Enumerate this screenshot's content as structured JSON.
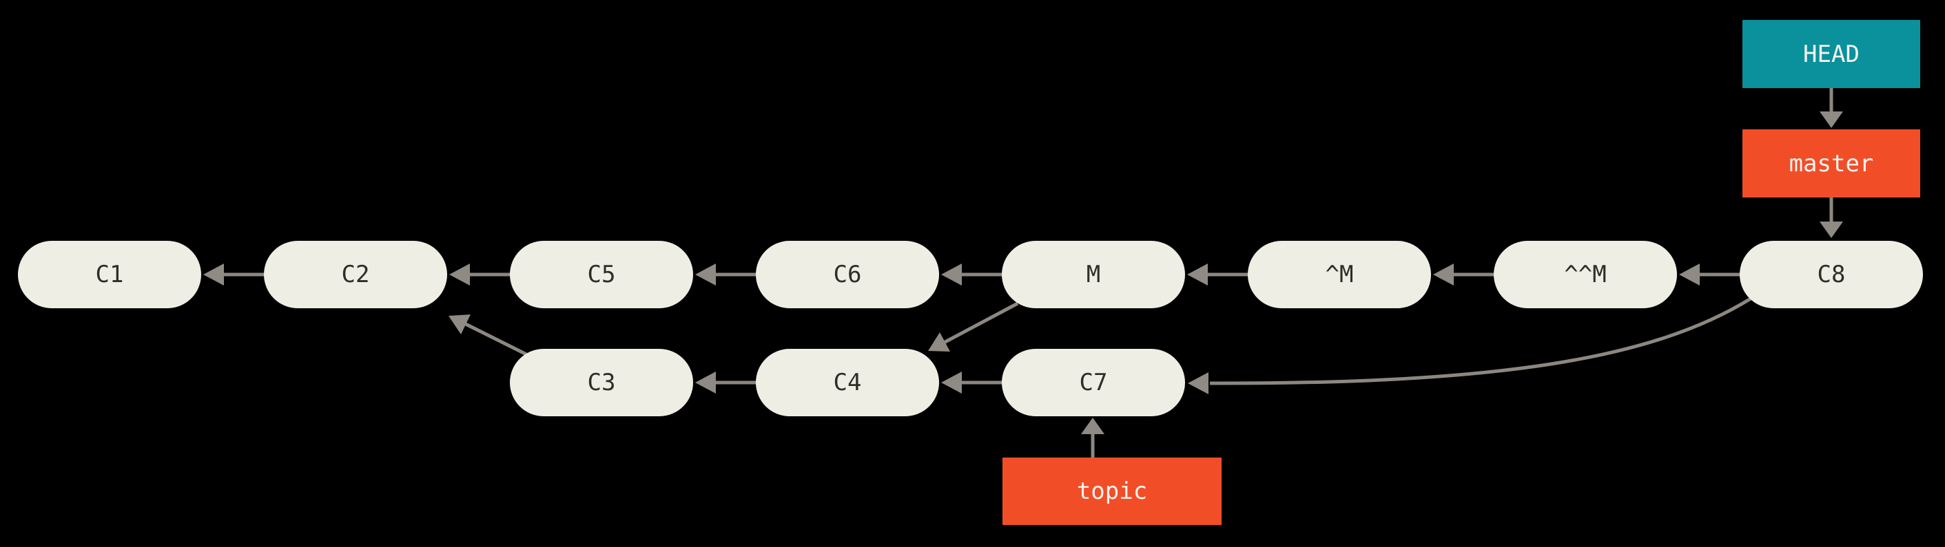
{
  "diagram": {
    "description": "Git commit history graph with a reverted merge re-merged",
    "background_color": "#000000",
    "commit_node_fill": "#eeeee5",
    "commit_text_color": "#2e2e28",
    "edge_color": "#8c8780",
    "commits": {
      "c1": "C1",
      "c2": "C2",
      "c3": "C3",
      "c4": "C4",
      "c5": "C5",
      "c6": "C6",
      "c7": "C7",
      "c8": "C8",
      "m": "M",
      "caret_m": "^M",
      "double_caret_m": "^^M"
    },
    "refs": {
      "head": {
        "label": "HEAD",
        "fill": "#0a919c",
        "text_color": "#f5f3ef"
      },
      "master": {
        "label": "master",
        "fill": "#f14e28",
        "text_color": "#f5f3ef"
      },
      "topic": {
        "label": "topic",
        "fill": "#f14e28",
        "text_color": "#f5f3ef"
      }
    },
    "edges": [
      {
        "from": "C2",
        "to": "C1"
      },
      {
        "from": "C3",
        "to": "C2"
      },
      {
        "from": "C4",
        "to": "C3"
      },
      {
        "from": "C5",
        "to": "C2"
      },
      {
        "from": "C6",
        "to": "C5"
      },
      {
        "from": "C7",
        "to": "C4"
      },
      {
        "from": "M",
        "to": "C6"
      },
      {
        "from": "M",
        "to": "C4"
      },
      {
        "from": "^M",
        "to": "M"
      },
      {
        "from": "^^M",
        "to": "^M"
      },
      {
        "from": "C8",
        "to": "^^M"
      },
      {
        "from": "C8",
        "to": "C7"
      },
      {
        "from": "HEAD",
        "to": "master"
      },
      {
        "from": "master",
        "to": "C8"
      },
      {
        "from": "topic",
        "to": "C7"
      }
    ]
  }
}
